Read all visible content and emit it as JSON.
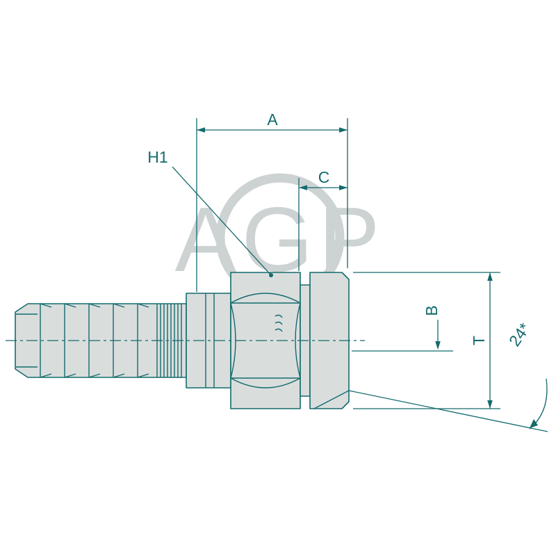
{
  "diagram": {
    "type": "technical-drawing-hydraulic-fitting",
    "watermark": {
      "text": "AGP"
    },
    "dimension_labels": {
      "a": "A",
      "c": "C",
      "h1": "H1",
      "b": "B",
      "t": "T",
      "cone_angle": "24*"
    },
    "colors": {
      "line": "#146a6d",
      "body_fill": "#d9dedd",
      "watermark": "#cdd2d3",
      "background": "#ffffff"
    }
  }
}
